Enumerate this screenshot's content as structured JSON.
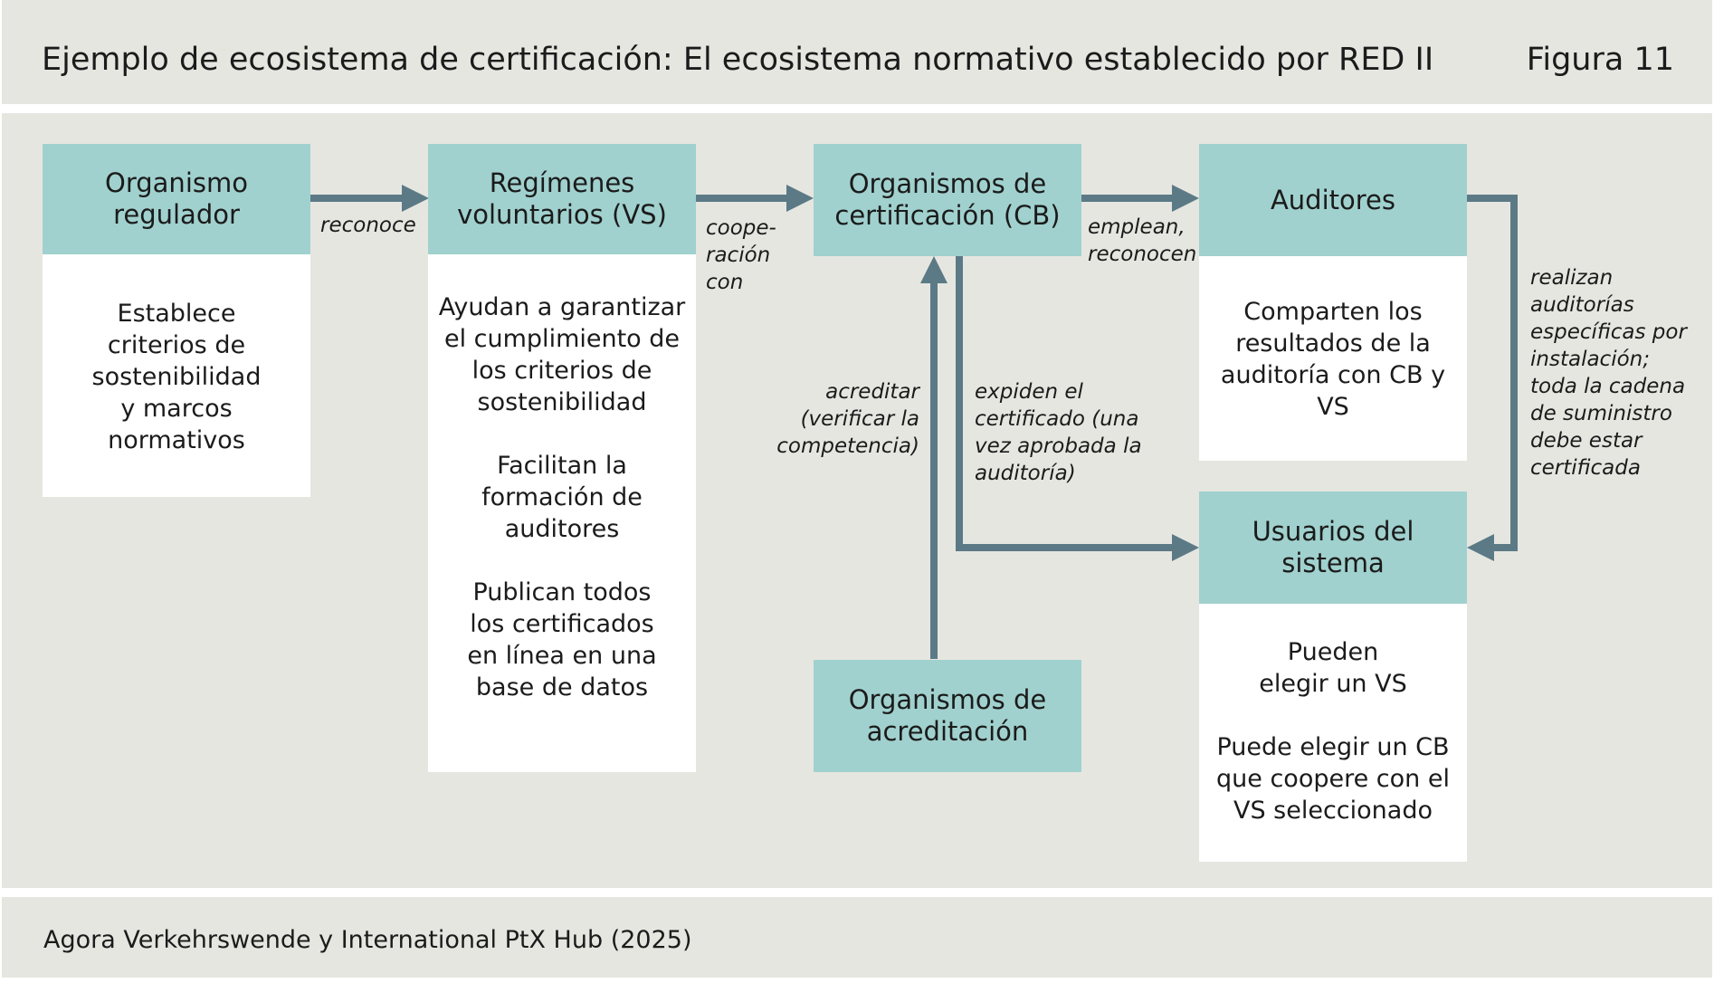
{
  "header": {
    "title": "Ejemplo de ecosistema de certificación: El ecosistema normativo establecido por RED II",
    "figure_label": "Figura 11"
  },
  "footer": {
    "source": "Agora Verkehrswende y International PtX Hub (2025)"
  },
  "colors": {
    "panel_bg": "#e6e6e1",
    "box_header": "#a0d1ce",
    "box_body": "#ffffff",
    "arrow": "#5b7a86"
  },
  "nodes": {
    "regulador": {
      "title": "Organismo regulador",
      "body": [
        "Establece criterios de sostenibilidad y marcos normativos"
      ]
    },
    "vs": {
      "title": "Regímenes voluntarios (VS)",
      "body": [
        "Ayudan a garantizar el cumplimiento de los criterios de sostenibilidad",
        "Facilitan la formación de auditores",
        "Publican todos los certificados en línea en una base de datos"
      ]
    },
    "cb": {
      "title": "Organismos de certificación (CB)"
    },
    "auditores": {
      "title": "Auditores",
      "body": [
        "Comparten los resultados de la auditoría con CB y VS"
      ]
    },
    "usuarios": {
      "title": "Usuarios del sistema",
      "body": [
        "Pueden elegir un VS",
        "Puede elegir un CB que coopere con el VS seleccionado"
      ]
    },
    "acreditacion": {
      "title": "Organismos de acreditación"
    }
  },
  "edges": {
    "reconoce": "reconoce",
    "cooperacion": "coope-\nración\ncon",
    "emplean": "emplean,\nreconocen",
    "acreditar": "acreditar\n(verificar la\ncompetencia)",
    "expiden": "expiden el\ncertificado (una\nvez aprobada la\nauditoría)",
    "realizan": "realizan\nauditorías\nespecíficas por\ninstalación;\ntoda la cadena\nde suministro\ndebe estar\ncertificada"
  }
}
